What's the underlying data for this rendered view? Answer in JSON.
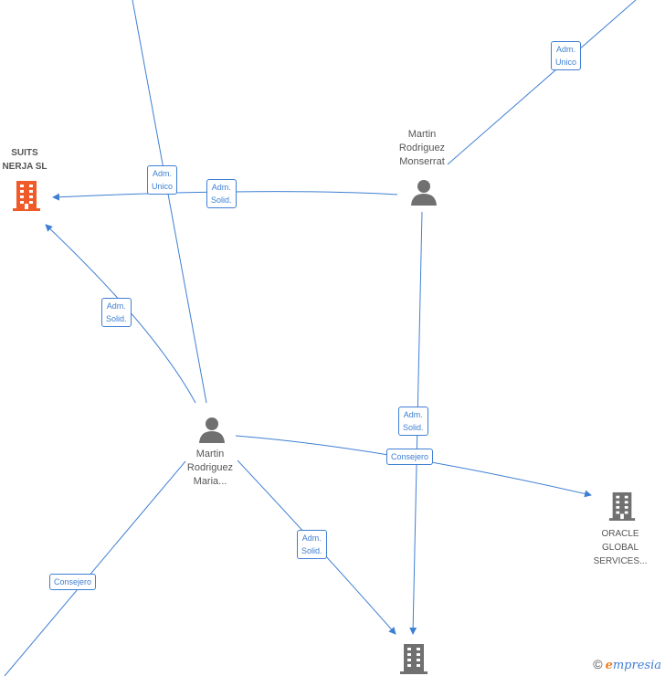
{
  "nodes": {
    "suits": {
      "name": "SUITS NERJA SL",
      "line1": "SUITS",
      "line2": "NERJA  SL",
      "type": "company",
      "color": "#f05a28"
    },
    "monserrat": {
      "name": "Martin Rodriguez Monserrat",
      "line1": "Martin",
      "line2": "Rodriguez",
      "line3": "Monserrat",
      "type": "person"
    },
    "maria": {
      "name": "Martin Rodriguez Maria...",
      "line1": "Martin",
      "line2": "Rodriguez",
      "line3": "Maria...",
      "type": "person"
    },
    "oracle": {
      "name": "ORACLE GLOBAL SERVICES...",
      "line1": "ORACLE",
      "line2": "GLOBAL",
      "line3": "SERVICES...",
      "type": "company"
    },
    "bottom_company": {
      "type": "company"
    }
  },
  "edges": {
    "e1": {
      "label1": "Adm.",
      "label2": "Unico"
    },
    "e2": {
      "label1": "Adm.",
      "label2": "Unico"
    },
    "e3": {
      "label1": "Adm.",
      "label2": "Solid."
    },
    "e4": {
      "label1": "Adm.",
      "label2": "Solid."
    },
    "e5": {
      "label1": "Adm.",
      "label2": "Solid."
    },
    "e6": {
      "label": "Consejero"
    },
    "e7": {
      "label1": "Adm.",
      "label2": "Solid."
    },
    "e8": {
      "label": "Consejero"
    }
  },
  "colors": {
    "edge": "#3f7fd3",
    "person_icon": "#707070",
    "company_icon": "#707070",
    "company_highlight": "#f05a28"
  },
  "brand": {
    "copyright": "©",
    "e": "e",
    "rest": "mpresia"
  }
}
